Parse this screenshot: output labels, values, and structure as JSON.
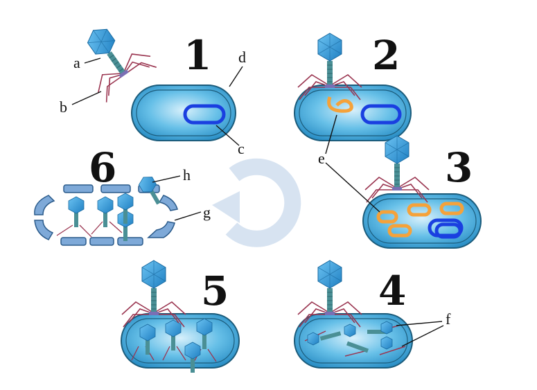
{
  "stages": [
    {
      "number": "1"
    },
    {
      "number": "2"
    },
    {
      "number": "3"
    },
    {
      "number": "4"
    },
    {
      "number": "5"
    },
    {
      "number": "6"
    }
  ],
  "labels": {
    "a": "a",
    "b": "b",
    "c": "c",
    "d": "d",
    "e": "e",
    "f": "f",
    "g": "g",
    "h": "h"
  },
  "colors": {
    "cell_fill": "#3ba6d6",
    "cell_outline": "#1b5b7a",
    "phage_head": "#2f9ad8",
    "tail": "#4a8f95",
    "tail_fibers": "#9a3550",
    "phage_dna": "#f5a23a",
    "bacterial_dna": "#1a3fe0",
    "cycle_arrow": "#d7e3f1"
  }
}
